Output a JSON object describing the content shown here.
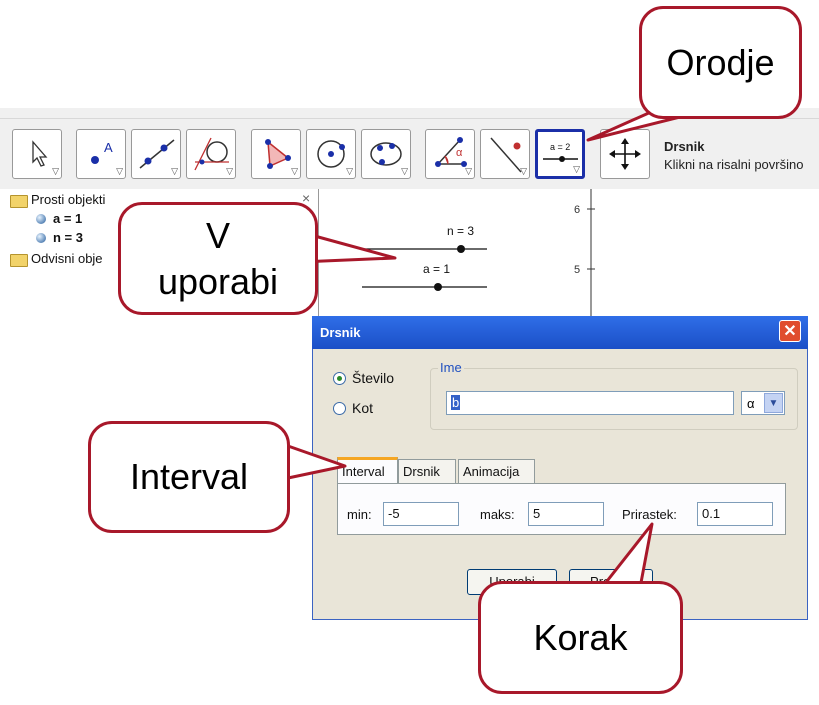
{
  "toolbar": {
    "tools": [
      {
        "name": "move",
        "icon": "pointer-icon"
      },
      {
        "name": "point",
        "icon": "point-icon",
        "letter": "A"
      },
      {
        "name": "line",
        "icon": "line-icon"
      },
      {
        "name": "tangent",
        "icon": "tangent-icon"
      },
      {
        "name": "polygon",
        "icon": "polygon-icon"
      },
      {
        "name": "circle",
        "icon": "circle-center-icon"
      },
      {
        "name": "conic",
        "icon": "conic-icon"
      },
      {
        "name": "angle",
        "icon": "angle-icon",
        "letter": "α"
      },
      {
        "name": "reflect",
        "icon": "reflect-icon"
      },
      {
        "name": "slider",
        "icon": "slider-icon",
        "letter": "a = 2",
        "selected": true
      },
      {
        "name": "move-view",
        "icon": "move-view-icon"
      }
    ],
    "description_title": "Drsnik",
    "description_text": "Klikni na risalni površino"
  },
  "algebra": {
    "free_folder": "Prosti objekti",
    "items": [
      "a = 1",
      "n = 3"
    ],
    "dependent_folder": "Odvisni obje"
  },
  "graphics": {
    "slider_n_label": "n = 3",
    "slider_a_label": "a = 1",
    "y_tick_6": "6",
    "y_tick_5": "5"
  },
  "dialog": {
    "title": "Drsnik",
    "radio_number": "Število",
    "radio_angle": "Kot",
    "name_group_label": "Ime",
    "name_value": "b",
    "symbol_value": "α",
    "tabs": [
      "Interval",
      "Drsnik",
      "Animacija"
    ],
    "min_label": "min:",
    "min_value": "-5",
    "max_label": "maks:",
    "max_value": "5",
    "step_label": "Prirastek:",
    "step_value": "0.1",
    "apply_button": "Uporabi",
    "cancel_button": "Prekliči"
  },
  "callouts": {
    "orodje": "Orodje",
    "v_uporabi_line1": "V",
    "v_uporabi_line2": "uporabi",
    "interval": "Interval",
    "korak": "Korak"
  },
  "colors": {
    "callout_border": "#a8182a",
    "selected_tool": "#1b2fa8",
    "titlebar": "#2f6ee8"
  }
}
